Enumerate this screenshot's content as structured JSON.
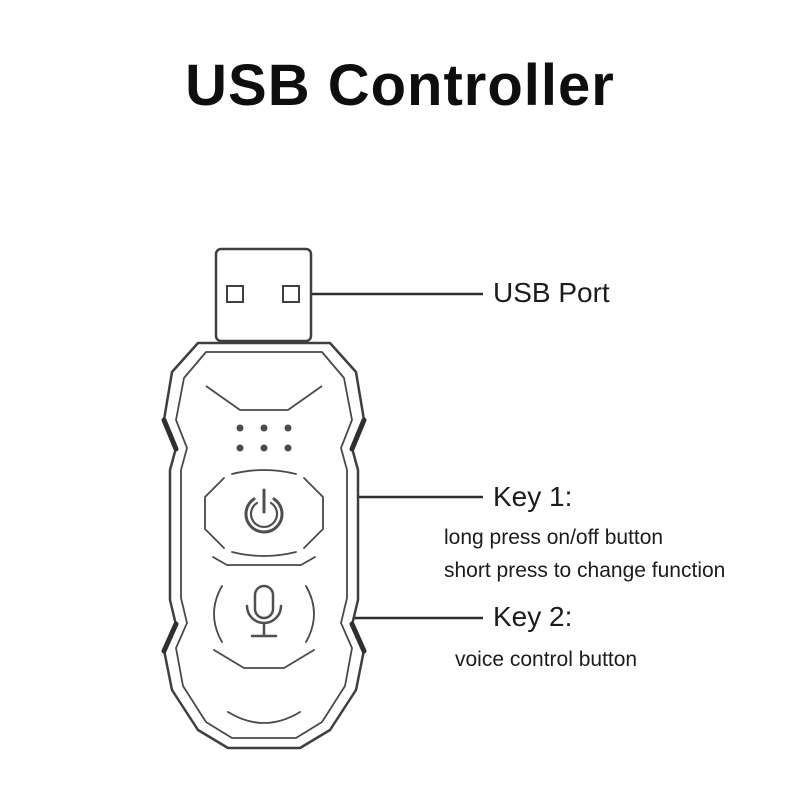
{
  "page": {
    "title": "USB Controller"
  },
  "diagram": {
    "subject": "usb-controller-dongle",
    "colors": {
      "outline": "#3f3f3f",
      "inner_line": "#4a4a4a",
      "icon": "#4f4f4f",
      "leader": "#2e2e2e",
      "text": "#1c1c1c",
      "background": "#ffffff"
    },
    "annotations": {
      "usb_port": {
        "label": "USB Port"
      },
      "key1": {
        "label": "Key 1:",
        "desc1": "long press on/off button",
        "desc2": "short press to change function"
      },
      "key2": {
        "label": "Key 2:",
        "desc1": "voice control button"
      }
    },
    "icons": {
      "power": "power-icon",
      "microphone": "microphone-icon",
      "leds": "led-indicators"
    }
  }
}
